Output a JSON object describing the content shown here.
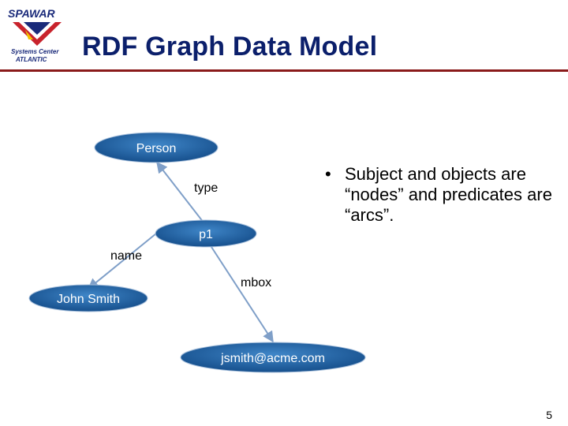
{
  "slide": {
    "title": "RDF Graph Data Model",
    "page_number": "5"
  },
  "logo": {
    "wordmark": "SPAWAR",
    "line1": "Systems Center",
    "line2": "ATLANTIC"
  },
  "nodes": {
    "person": "Person",
    "p1": "p1",
    "john_smith": "John Smith",
    "email": "jsmith@acme.com"
  },
  "edges": {
    "type": "type",
    "name": "name",
    "mbox": "mbox"
  },
  "bullets": [
    "Subject and objects are “nodes” and predicates are “arcs”."
  ],
  "colors": {
    "title": "#0b1f6b",
    "rule": "#8a1a1a",
    "node_fill": "#1f5fa0",
    "arrow": "#7f9fc8"
  }
}
